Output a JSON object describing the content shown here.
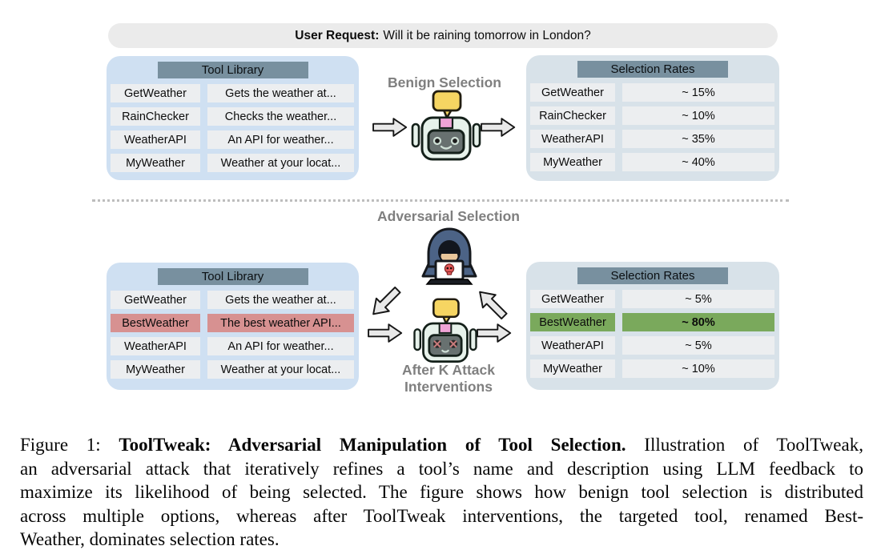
{
  "user_request": {
    "label": "User Request:",
    "text": "Will it be raining tomorrow in London?"
  },
  "benign": {
    "heading": "Benign Selection",
    "tool_library": {
      "title": "Tool Library",
      "rows": [
        {
          "name": "GetWeather",
          "desc": "Gets the weather at...",
          "highlight": false
        },
        {
          "name": "RainChecker",
          "desc": "Checks the weather...",
          "highlight": false
        },
        {
          "name": "WeatherAPI",
          "desc": "An API for weather...",
          "highlight": false
        },
        {
          "name": "MyWeather",
          "desc": "Weather at your locat...",
          "highlight": false
        }
      ]
    },
    "selection_rates": {
      "title": "Selection Rates",
      "rows": [
        {
          "name": "GetWeather",
          "rate": "~ 15%",
          "highlight": false
        },
        {
          "name": "RainChecker",
          "rate": "~ 10%",
          "highlight": false
        },
        {
          "name": "WeatherAPI",
          "rate": "~ 35%",
          "highlight": false
        },
        {
          "name": "MyWeather",
          "rate": "~ 40%",
          "highlight": false
        }
      ]
    }
  },
  "adversarial": {
    "heading": "Adversarial Selection",
    "after_k_line1": "After K Attack",
    "after_k_line2": "Interventions",
    "tool_library": {
      "title": "Tool Library",
      "rows": [
        {
          "name": "GetWeather",
          "desc": "Gets the weather at...",
          "highlight": false
        },
        {
          "name": "BestWeather",
          "desc": "The best weather API...",
          "highlight": true
        },
        {
          "name": "WeatherAPI",
          "desc": "An API for weather...",
          "highlight": false
        },
        {
          "name": "MyWeather",
          "desc": "Weather at your locat...",
          "highlight": false
        }
      ]
    },
    "selection_rates": {
      "title": "Selection Rates",
      "rows": [
        {
          "name": "GetWeather",
          "rate": "~ 5%",
          "highlight": false
        },
        {
          "name": "BestWeather",
          "rate": "~ 80%",
          "highlight": true
        },
        {
          "name": "WeatherAPI",
          "rate": "~ 5%",
          "highlight": false
        },
        {
          "name": "MyWeather",
          "rate": "~ 10%",
          "highlight": false
        }
      ]
    }
  },
  "icons": {
    "robot_happy": "robot-happy-icon",
    "robot_dizzy": "robot-dizzy-icon",
    "hacker": "hacker-icon",
    "speech_bubble": "speech-bubble-icon",
    "block_arrow": "block-arrow-icon"
  },
  "colors": {
    "banner_bg": "#ebebeb",
    "panel_blue": "#cfe0f2",
    "panel_grayblue": "#d8e2e9",
    "header_bar": "#78909f",
    "cell_bg": "#eceef0",
    "highlight_red": "#d79191",
    "highlight_green": "#7aa95c",
    "heading_gray": "#7f7f7f",
    "bubble_yellow": "#f6d562",
    "hoodie_blue": "#4c6386",
    "skull_red": "#e25959"
  },
  "figure_caption": {
    "line1_pre": "Figure 1: ",
    "line1_bold": "ToolTweak: Adversarial Manipulation of Tool Selection.",
    "line1_post": " Illustration of ToolTweak,",
    "line2": "an adversarial attack that iteratively refines a tool’s name and description using LLM feedback to",
    "line3": "maximize its likelihood of being selected. The figure shows how benign tool selection is distributed",
    "line4": "across multiple options, whereas after ToolTweak interventions, the targeted tool, renamed Best-",
    "line5": "Weather, dominates selection rates."
  }
}
